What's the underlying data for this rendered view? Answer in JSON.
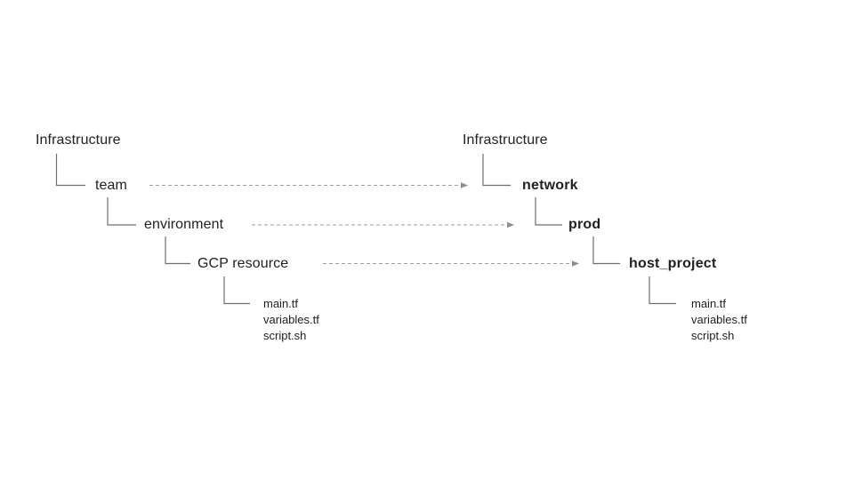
{
  "diagram": {
    "description": "Mapping of a generic infrastructure folder hierarchy to a concrete example hierarchy",
    "left_tree": {
      "root": "Infrastructure",
      "level1": "team",
      "level2": "environment",
      "level3": "GCP resource",
      "files": [
        "main.tf",
        "variables.tf",
        "script.sh"
      ]
    },
    "right_tree": {
      "root": "Infrastructure",
      "level1": "network",
      "level2": "prod",
      "level3": "host_project",
      "files": [
        "main.tf",
        "variables.tf",
        "script.sh"
      ]
    },
    "colors": {
      "background": "#ffffff",
      "text": "#212121",
      "connector": "#6e6e6e",
      "arrow": "#9e9e9e"
    }
  }
}
